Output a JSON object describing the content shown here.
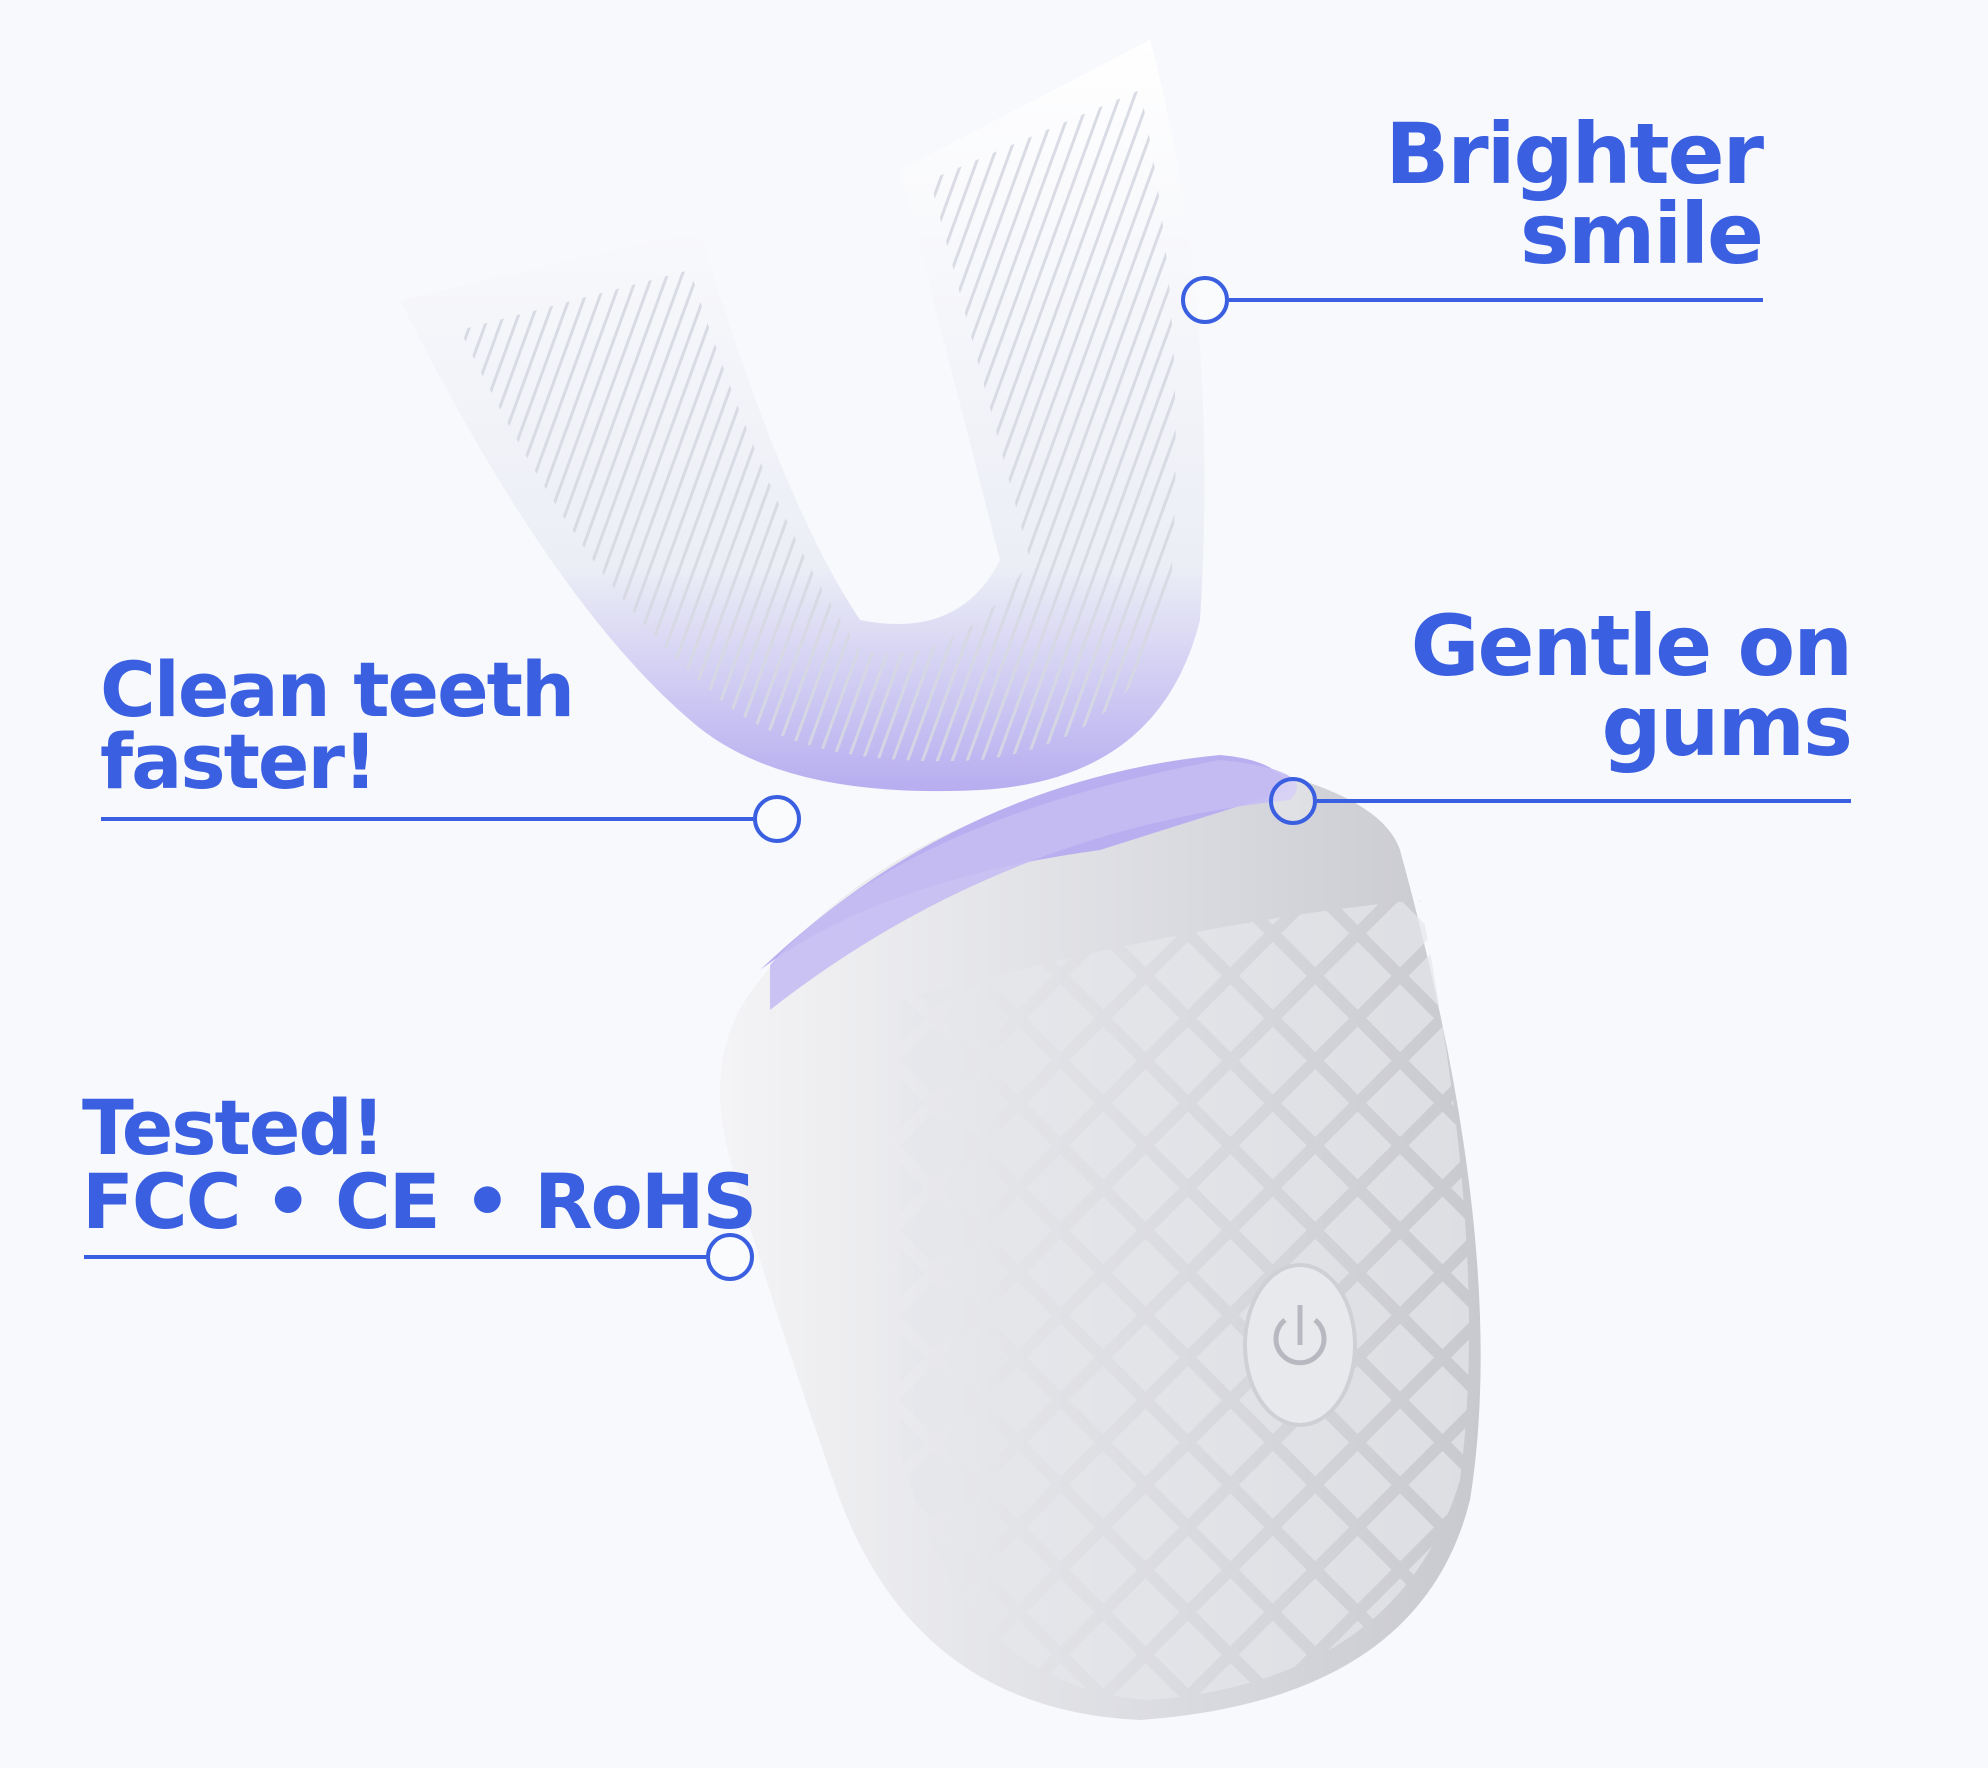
{
  "callouts": {
    "brighter": {
      "line1": "Brighter",
      "line2": "smile"
    },
    "gentle": {
      "line1": "Gentle on",
      "line2": "gums"
    },
    "clean": {
      "line1": "Clean teeth",
      "line2": "faster!"
    },
    "tested": {
      "line1": "Tested!",
      "line2": "FCC • CE • RoHS"
    }
  },
  "colors": {
    "accent": "#3a5fe0",
    "background": "#f7f9fc",
    "lavender": "#b9aef0"
  },
  "icons": [
    "power-button-icon"
  ]
}
